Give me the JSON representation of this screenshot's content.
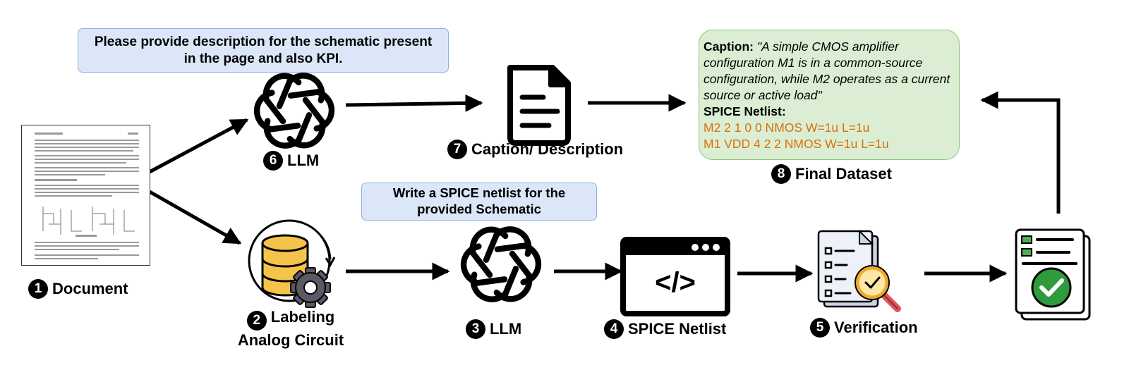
{
  "prompts": {
    "description": "Please provide description for the schematic present in the page and also KPI.",
    "netlist": "Write a SPICE netlist for the provided Schematic"
  },
  "steps": [
    {
      "num": "1",
      "label": "Document",
      "icon": "document-page-icon"
    },
    {
      "num": "2",
      "label": "Labeling Analog Circuit",
      "icon": "database-gear-icon"
    },
    {
      "num": "3",
      "label": "LLM",
      "icon": "llm-knot-icon"
    },
    {
      "num": "4",
      "label": "SPICE Netlist",
      "icon": "code-window-icon"
    },
    {
      "num": "5",
      "label": "Verification",
      "icon": "clipboard-magnifier-icon"
    },
    {
      "num": "6",
      "label": "LLM",
      "icon": "llm-knot-icon"
    },
    {
      "num": "7",
      "label": "Caption/ Description",
      "icon": "text-file-icon"
    },
    {
      "num": "8",
      "label": "Final Dataset",
      "icon": "verified-list-icon"
    }
  ],
  "final_dataset": {
    "caption_key": "Caption:",
    "caption_value": "\"A simple CMOS amplifier configuration  M1 is in a common-source configuration, while M2 operates as a current source or active load\"",
    "netlist_key": "SPICE Netlist:",
    "netlist_lines": [
      "M2 2 1 0 0 NMOS W=1u L=1u",
      "M1 VDD 4 2 2 NMOS W=1u L=1u"
    ]
  },
  "colors": {
    "prompt_bg": "#dbe7f8",
    "final_bg": "#dbeed3",
    "netlist_text": "#d8700b",
    "database": "#f5c34a",
    "gear": "#5a5a66",
    "check": "#2e9b3d"
  }
}
